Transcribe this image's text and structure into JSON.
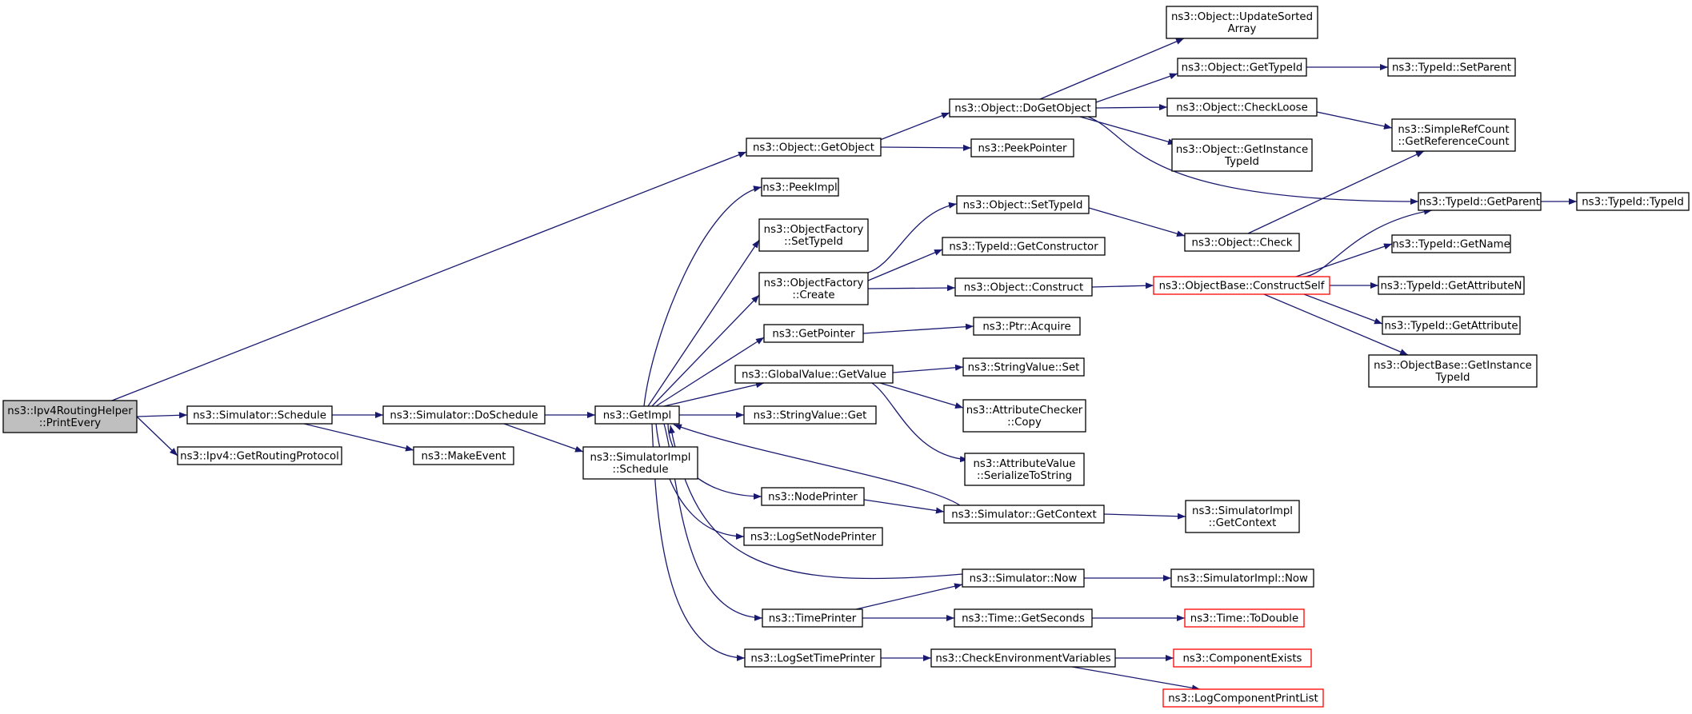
{
  "graph": {
    "nodes": [
      {
        "id": "root",
        "lines": [
          "ns3::Ipv4RoutingHelper",
          "::PrintEvery"
        ],
        "style": "root"
      },
      {
        "id": "sim_schedule",
        "lines": [
          "ns3::Simulator::Schedule"
        ]
      },
      {
        "id": "ipv4_getrp",
        "lines": [
          "ns3::Ipv4::GetRoutingProtocol"
        ]
      },
      {
        "id": "obj_getobject",
        "lines": [
          "ns3::Object::GetObject"
        ]
      },
      {
        "id": "sim_doschedule",
        "lines": [
          "ns3::Simulator::DoSchedule"
        ]
      },
      {
        "id": "makeevent",
        "lines": [
          "ns3::MakeEvent"
        ]
      },
      {
        "id": "getimpl",
        "lines": [
          "ns3::GetImpl"
        ]
      },
      {
        "id": "simimpl_schedule",
        "lines": [
          "ns3::SimulatorImpl",
          "::Schedule"
        ]
      },
      {
        "id": "obj_dogetobject",
        "lines": [
          "ns3::Object::DoGetObject"
        ]
      },
      {
        "id": "peekpointer",
        "lines": [
          "ns3::PeekPointer"
        ]
      },
      {
        "id": "peekimpl",
        "lines": [
          "ns3::PeekImpl"
        ]
      },
      {
        "id": "of_settypeid",
        "lines": [
          "ns3::ObjectFactory",
          "::SetTypeId"
        ]
      },
      {
        "id": "of_create",
        "lines": [
          "ns3::ObjectFactory",
          "::Create"
        ]
      },
      {
        "id": "getpointer",
        "lines": [
          "ns3::GetPointer"
        ]
      },
      {
        "id": "gv_getvalue",
        "lines": [
          "ns3::GlobalValue::GetValue"
        ]
      },
      {
        "id": "sv_get",
        "lines": [
          "ns3::StringValue::Get"
        ]
      },
      {
        "id": "nodeprinter",
        "lines": [
          "ns3::NodePrinter"
        ]
      },
      {
        "id": "logsetnodeprinter",
        "lines": [
          "ns3::LogSetNodePrinter"
        ]
      },
      {
        "id": "timeprinter",
        "lines": [
          "ns3::TimePrinter"
        ]
      },
      {
        "id": "logsettimeprinter",
        "lines": [
          "ns3::LogSetTimePrinter"
        ]
      },
      {
        "id": "obj_updatesorted",
        "lines": [
          "ns3::Object::UpdateSorted",
          "Array"
        ]
      },
      {
        "id": "obj_gettypeid",
        "lines": [
          "ns3::Object::GetTypeId"
        ]
      },
      {
        "id": "obj_checkloose",
        "lines": [
          "ns3::Object::CheckLoose"
        ]
      },
      {
        "id": "obj_getinstancetypeid",
        "lines": [
          "ns3::Object::GetInstance",
          "TypeId"
        ]
      },
      {
        "id": "tid_setparent",
        "lines": [
          "ns3::TypeId::SetParent"
        ]
      },
      {
        "id": "srefcount",
        "lines": [
          "ns3::SimpleRefCount",
          "::GetReferenceCount"
        ]
      },
      {
        "id": "tid_getparent",
        "lines": [
          "ns3::TypeId::GetParent"
        ]
      },
      {
        "id": "tid_typeid",
        "lines": [
          "ns3::TypeId::TypeId"
        ]
      },
      {
        "id": "obj_settypeid",
        "lines": [
          "ns3::Object::SetTypeId"
        ]
      },
      {
        "id": "tid_getconstructor",
        "lines": [
          "ns3::TypeId::GetConstructor"
        ]
      },
      {
        "id": "obj_construct",
        "lines": [
          "ns3::Object::Construct"
        ]
      },
      {
        "id": "obj_check",
        "lines": [
          "ns3::Object::Check"
        ]
      },
      {
        "id": "ob_constructself",
        "lines": [
          "ns3::ObjectBase::ConstructSelf"
        ],
        "style": "trunc"
      },
      {
        "id": "tid_getname",
        "lines": [
          "ns3::TypeId::GetName"
        ]
      },
      {
        "id": "tid_getattributen",
        "lines": [
          "ns3::TypeId::GetAttributeN"
        ]
      },
      {
        "id": "tid_getattribute",
        "lines": [
          "ns3::TypeId::GetAttribute"
        ]
      },
      {
        "id": "ob_getinstancetypeid",
        "lines": [
          "ns3::ObjectBase::GetInstance",
          "TypeId"
        ]
      },
      {
        "id": "ptr_acquire",
        "lines": [
          "ns3::Ptr::Acquire"
        ]
      },
      {
        "id": "sv_set",
        "lines": [
          "ns3::StringValue::Set"
        ]
      },
      {
        "id": "ac_copy",
        "lines": [
          "ns3::AttributeChecker",
          "::Copy"
        ]
      },
      {
        "id": "av_serialize",
        "lines": [
          "ns3::AttributeValue",
          "::SerializeToString"
        ]
      },
      {
        "id": "sim_getcontext",
        "lines": [
          "ns3::Simulator::GetContext"
        ]
      },
      {
        "id": "simimpl_getcontext",
        "lines": [
          "ns3::SimulatorImpl",
          "::GetContext"
        ]
      },
      {
        "id": "sim_now",
        "lines": [
          "ns3::Simulator::Now"
        ]
      },
      {
        "id": "simimpl_now",
        "lines": [
          "ns3::SimulatorImpl::Now"
        ]
      },
      {
        "id": "time_getseconds",
        "lines": [
          "ns3::Time::GetSeconds"
        ]
      },
      {
        "id": "time_todouble",
        "lines": [
          "ns3::Time::ToDouble"
        ],
        "style": "trunc"
      },
      {
        "id": "checkenv",
        "lines": [
          "ns3::CheckEnvironmentVariables"
        ]
      },
      {
        "id": "componentexists",
        "lines": [
          "ns3::ComponentExists"
        ],
        "style": "trunc"
      },
      {
        "id": "logcomponentprintlist",
        "lines": [
          "ns3::LogComponentPrintList"
        ],
        "style": "trunc"
      }
    ]
  },
  "colors": {
    "edge": "#191970",
    "node_border": "#000000",
    "truncated_border": "#ff0000",
    "root_fill": "#bfbfbf"
  }
}
